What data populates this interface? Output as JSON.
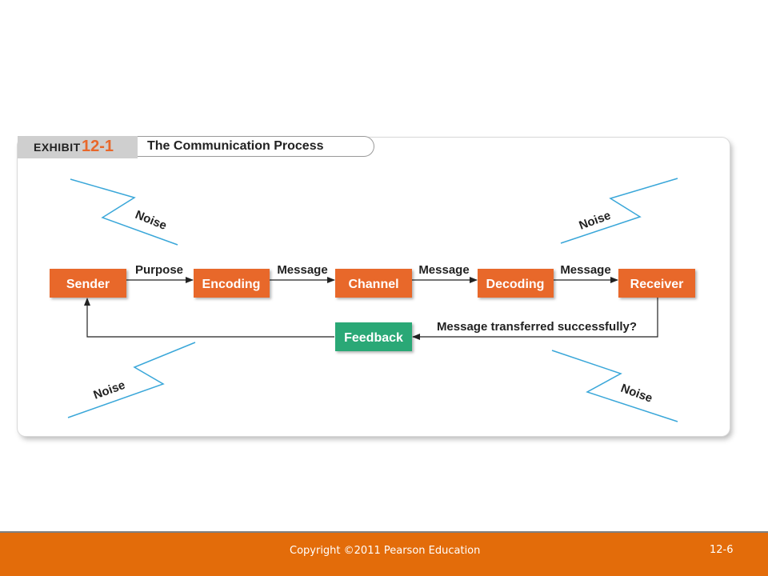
{
  "exhibit": {
    "label": "EXHIBIT",
    "number": "12-1",
    "title": "The Communication Process"
  },
  "nodes": {
    "sender": "Sender",
    "encoding": "Encoding",
    "channel": "Channel",
    "decoding": "Decoding",
    "receiver": "Receiver",
    "feedback": "Feedback"
  },
  "edges": {
    "sender_encoding": "Purpose",
    "encoding_channel": "Message",
    "channel_decoding": "Message",
    "decoding_receiver": "Message",
    "receiver_feedback": "Message transferred successfully?"
  },
  "noise": {
    "top_left": "Noise",
    "top_right": "Noise",
    "bottom_left": "Noise",
    "bottom_right": "Noise"
  },
  "colors": {
    "process_box": "#e8672a",
    "feedback_box": "#2aa876",
    "noise_line": "#3aa7d9",
    "footer": "#e36c0a"
  },
  "footer": {
    "copyright": "Copyright ©2011 Pearson Education",
    "page": "12-6"
  }
}
